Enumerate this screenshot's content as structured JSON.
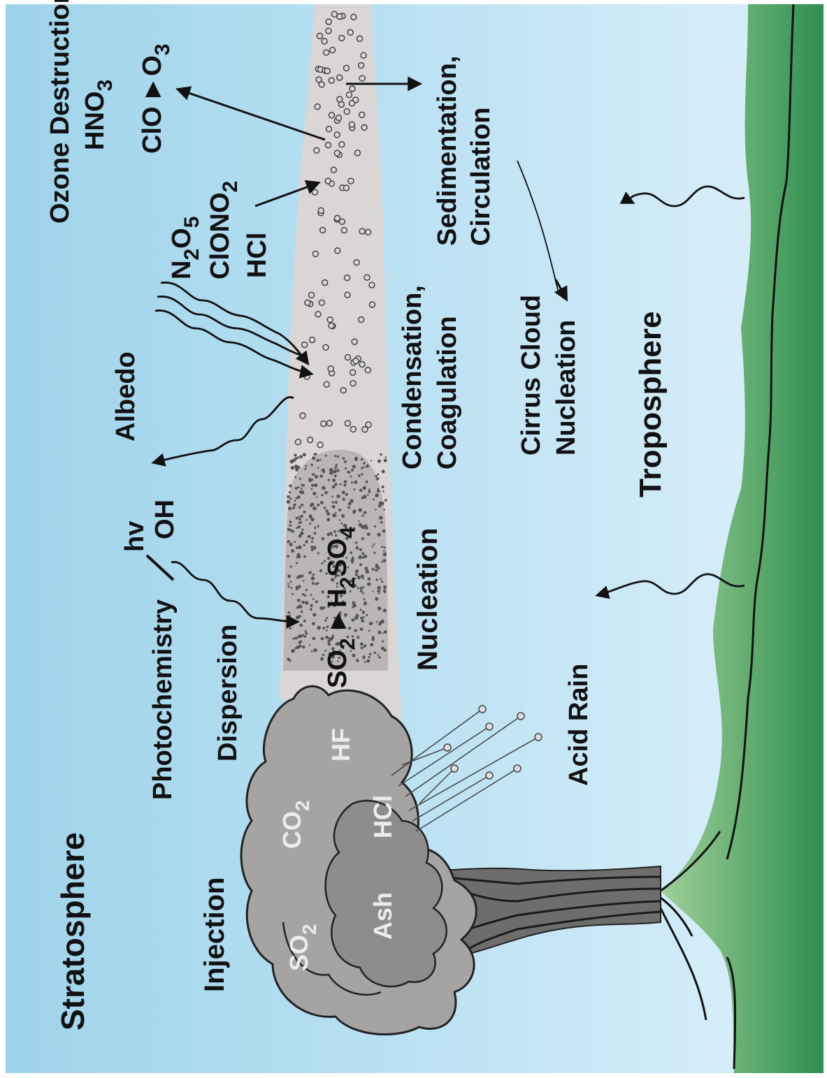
{
  "colors": {
    "sky_dark": "#9fd3ea",
    "sky_light": "#dcf0fa",
    "ground_dark": "#2f8f4f",
    "ground_light": "#9fcf99",
    "plume": "#d9d6d5",
    "cloud": "#a6a3a3",
    "ink": "#111111"
  },
  "labels": {
    "stratosphere": "Stratosphere",
    "troposphere": "Troposphere",
    "injection": "Injection",
    "photochemistry": "Photochemistry",
    "hv": "hv",
    "oh": "OH",
    "dispersion": "Dispersion",
    "albedo": "Albedo",
    "ozone_destruction": "Ozone Destruction",
    "nucleation": "Nucleation",
    "condensation": "Condensation,",
    "coagulation": "Coagulation",
    "sedimentation": "Sedimentation,",
    "circulation": "Circulation",
    "cirrus_cloud": "Cirrus Cloud",
    "cirrus_nucleation": "Nucleation",
    "acid_rain": "Acid Rain"
  },
  "chemistry": {
    "hno3": {
      "base": "HNO",
      "sub": "3"
    },
    "clo_reaction": {
      "left": "ClO",
      "right": "O",
      "sub": "3"
    },
    "n2o5": {
      "a": "N",
      "a_sub": "2",
      "b": "O",
      "b_sub": "5"
    },
    "clono2": {
      "base": "ClONO",
      "sub": "2"
    },
    "hcl_strat": "HCl",
    "so2_reaction": {
      "left": "SO",
      "left_sub": "2",
      "right": "H",
      "right_sub": "2",
      "mid": "SO",
      "mid_sub": "4"
    }
  },
  "cloud_labels": {
    "so2": {
      "base": "SO",
      "sub": "2"
    },
    "co2": {
      "base": "CO",
      "sub": "2"
    },
    "hf": "HF",
    "hcl": "HCl",
    "ash": "Ash"
  }
}
